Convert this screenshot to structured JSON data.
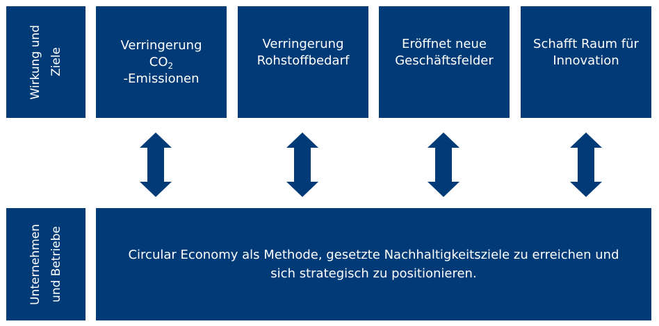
{
  "rows": {
    "top_label": [
      "Wirkung und",
      "Ziele"
    ],
    "bottom_label": [
      "Unternehmen",
      "und Betriebe"
    ]
  },
  "goals": [
    {
      "line1": "Verringerung",
      "line2": "CO",
      "sub": "2",
      "line3": "-Emissionen"
    },
    {
      "line1": "Verringerung",
      "line2": "Rohstoffbedarf"
    },
    {
      "line1": "Eröffnet neue",
      "line2": "Geschäftsfelder"
    },
    {
      "line1": "Schafft Raum für",
      "line2": "Innovation"
    }
  ],
  "main_text": [
    "Circular Economy als Methode, gesetzte Nachhaltigkeitsziele zu erreichen und",
    "sich strategisch zu positionieren."
  ],
  "colors": {
    "box": "#003b78",
    "background": "#ffffff"
  }
}
